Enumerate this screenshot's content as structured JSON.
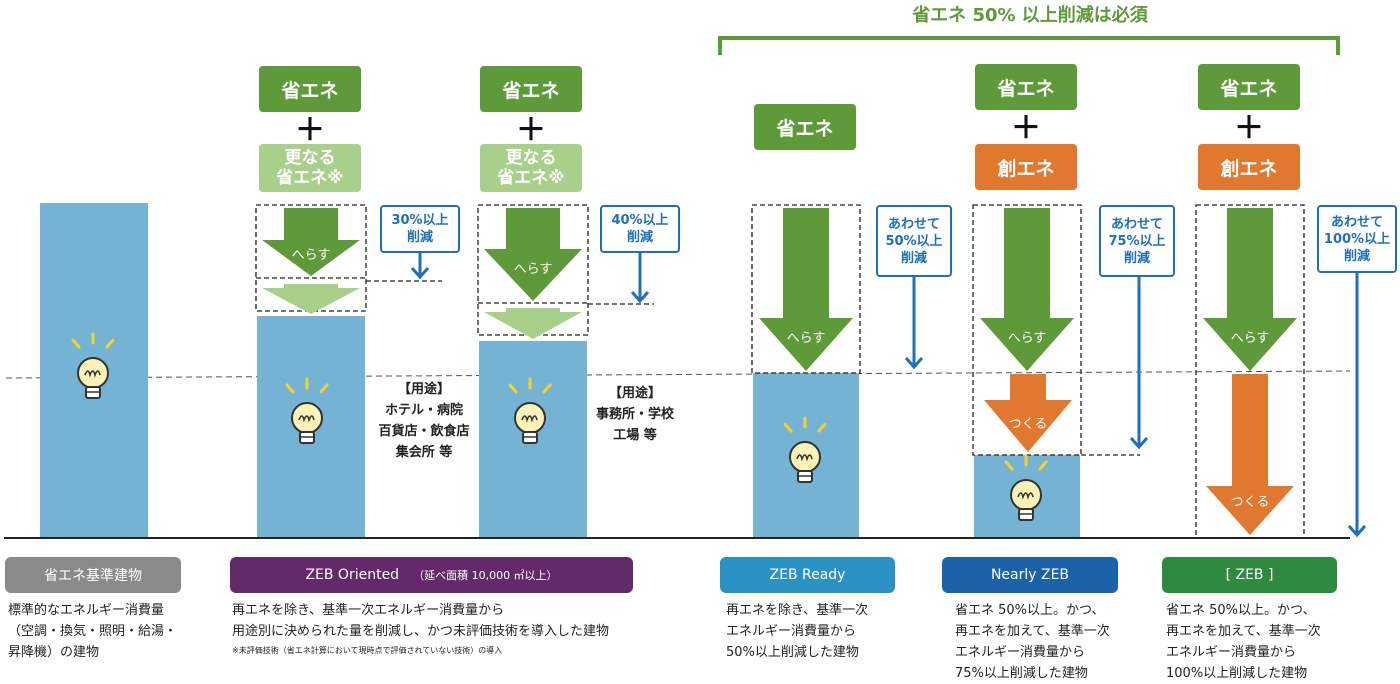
{
  "header": {
    "requirement": "省エネ 50% 以上削減は必須"
  },
  "boxes": {
    "energy_saving": "省エネ",
    "further_saving": "更なる\n省エネ※",
    "energy_creation": "創エネ",
    "plus": "＋"
  },
  "arrows": {
    "reduce": "へらす",
    "create": "つくる"
  },
  "callouts": {
    "oriented_hotel": "30%以上\n削減",
    "oriented_office": "40%以上\n削減",
    "ready": "あわせて\n50%以上\n削減",
    "nearly": "あわせて\n75%以上\n削減",
    "zeb": "あわせて\n100%以上\n削減"
  },
  "usages": {
    "hotel": "【用途】\nホテル・病院\n百貨店・飲食店\n集会所 等",
    "office": "【用途】\n事務所・学校\n工場 等"
  },
  "categories": [
    {
      "id": "standard",
      "label": "省エネ基準建物",
      "color": "#8a8a8a",
      "description": "標準的なエネルギー消費量\n（空調・換気・照明・給湯・\n昇降機）の建物"
    },
    {
      "id": "oriented",
      "label": "ZEB Oriented",
      "sublabel": "（延べ面積 10,000 ㎡以上）",
      "color": "#64296b",
      "description": "再エネを除き、基準一次エネルギー消費量から\n用途別に決められた量を削減し、かつ未評価技術を導入した建物",
      "note": "※未評価技術（省エネ計算において現時点で評価されていない技術）の導入"
    },
    {
      "id": "ready",
      "label": "ZEB Ready",
      "color": "#2b93c4",
      "description": "再エネを除き、基準一次\nエネルギー消費量から\n50%以上削減した建物"
    },
    {
      "id": "nearly",
      "label": "Nearly  ZEB",
      "color": "#1b62a9",
      "description": "省エネ 50%以上。かつ、\n再エネを加えて、基準一次\nエネルギー消費量から\n75%以上削減した建物"
    },
    {
      "id": "zeb",
      "label": "[ ZEB ]",
      "color": "#2e8a3e",
      "description": "省エネ 50%以上。かつ、\n再エネを加えて、基準一次\nエネルギー消費量から\n100%以上削減した建物"
    }
  ],
  "colors": {
    "bar": "#75b3d5",
    "green": "#5f9a3a",
    "light_green": "#a9d08a",
    "orange": "#e0782f",
    "blue_line": "#1f70b8"
  }
}
